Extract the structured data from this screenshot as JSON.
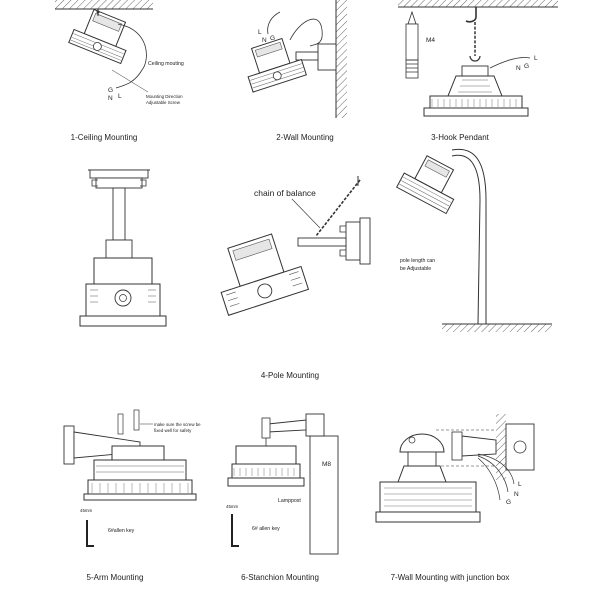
{
  "sheet": {
    "captions": {
      "ceiling": "1-Ceiling Mounting",
      "wall": "2-Wall Mounting",
      "hook": "3-Hook Pendant",
      "pole": "4-Pole Mounting",
      "arm": "5-Arm Mounting",
      "stanchion": "6-Stanchion Mounting",
      "wall_box": "7-Wall Mounting with junction box"
    },
    "ceiling": {
      "label_ceiling": "Ceiling mouting",
      "wire_g": "G",
      "wire_n": "N",
      "wire_l": "L",
      "note_line1": "Mounting Direction",
      "note_line2": "Adjustable Screw"
    },
    "wall": {
      "wire_l": "L",
      "wire_n": "N",
      "wire_g": "G"
    },
    "hook": {
      "bolt": "M4",
      "wire_l": "L",
      "wire_n": "N",
      "wire_g": "G"
    },
    "pole": {
      "chain_label": "chain of balance",
      "note_line1": "pole length can",
      "note_line2": "be Adjustable"
    },
    "arm": {
      "note_line1": "make sure the screw be",
      "note_line2": "fixed well for safety",
      "key_size": "45mm",
      "key_label": "6#allen key"
    },
    "stanchion": {
      "bolt": "M8",
      "lamppost": "Lamppost",
      "key_size": "45mm",
      "key_label": "6# allen key"
    },
    "wall_box": {
      "wire_l": "L",
      "wire_n": "N",
      "wire_g": "G"
    }
  }
}
